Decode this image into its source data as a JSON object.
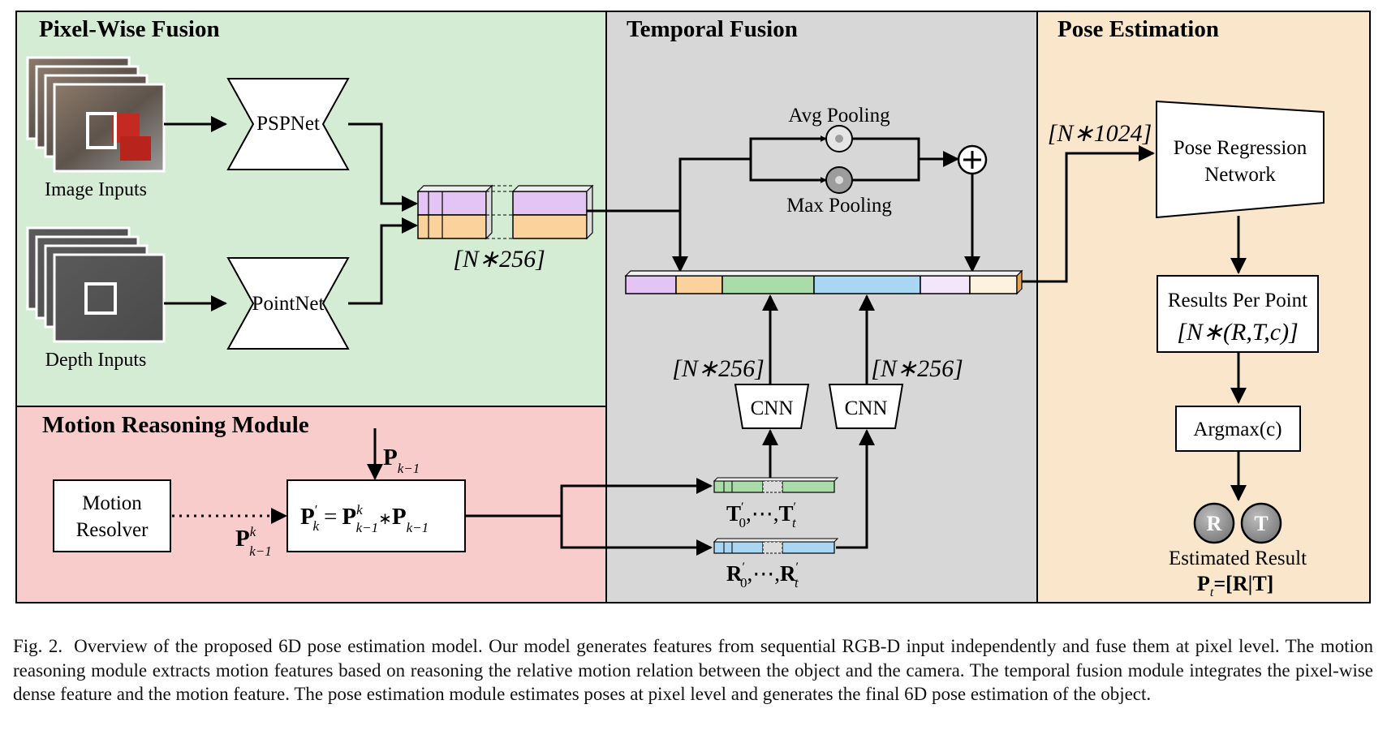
{
  "sections": {
    "pixel_wise_fusion": {
      "title": "Pixel-Wise Fusion",
      "color": "#d4ecd4"
    },
    "temporal_fusion": {
      "title": "Temporal Fusion",
      "color": "#d7d7d7"
    },
    "pose_estimation": {
      "title": "Pose Estimation",
      "color": "#fae6cb"
    },
    "motion_reasoning": {
      "title": "Motion Reasoning Module",
      "color": "#f9cccc"
    }
  },
  "pixel_wise": {
    "image_inputs_label": "Image Inputs",
    "depth_inputs_label": "Depth Inputs",
    "pspnet_label": "PSPNet",
    "pointnet_label": "PointNet",
    "fused_dim": "[N∗256]"
  },
  "temporal": {
    "avg_pooling_label": "Avg Pooling",
    "max_pooling_label": "Max Pooling",
    "cnn_left_label": "CNN",
    "cnn_right_label": "CNN",
    "dim_left": "[N∗256]",
    "dim_right": "[N∗256]",
    "concat_dim": "[N∗1024]"
  },
  "motion": {
    "resolver_line1": "Motion",
    "resolver_line2": "Resolver",
    "p_prev": "P",
    "p_prev_sub": "k−1",
    "p_k_in": "P",
    "p_k_in_sup": "k",
    "p_k_in_sub": "k−1",
    "equation": {
      "lhs": "P",
      "lhs_sup": "′",
      "lhs_sub": "k",
      "eq": "=",
      "m1": "P",
      "m1_sup": "k",
      "m1_sub": "k−1",
      "op": "∗",
      "m2": "P",
      "m2_sub": "k−1"
    },
    "t_seq": {
      "a": "T",
      "a_sup": "′",
      "a_sub": "0",
      "mid": ",⋯,",
      "b": "T",
      "b_sup": "′",
      "b_sub": "t"
    },
    "r_seq": {
      "a": "R",
      "a_sup": "′",
      "a_sub": "0",
      "mid": ",⋯,",
      "b": "R",
      "b_sup": "′",
      "b_sub": "t"
    }
  },
  "pose": {
    "regression_line1": "Pose Regression",
    "regression_line2": "Network",
    "results_line1": "Results Per Point",
    "results_line2": "[N∗(R,T,c)]",
    "argmax_label": "Argmax(c)",
    "r_token": "R",
    "t_token": "T",
    "estimated_label": "Estimated Result",
    "formula_p": "P",
    "formula_sub": "t",
    "formula_rest": "=[R|T]"
  },
  "caption": {
    "label": "Fig. 2.",
    "text": "Overview of the proposed 6D pose estimation model. Our model generates features from sequential RGB-D input independently and fuse them at pixel level. The motion reasoning module extracts motion features based on reasoning the relative motion relation between the object and the camera. The temporal fusion module integrates the pixel-wise dense feature and the motion feature. The pose estimation module estimates poses at pixel level and generates the final 6D pose estimation of the object."
  },
  "colors": {
    "purple": "#e3c4f4",
    "orange": "#fbd29c",
    "green": "#a9dca9",
    "blue": "#a9d6f2",
    "light_purple": "#f3e6fb",
    "light_orange": "#fdf2de",
    "pool_gray": "#9c9c9c"
  }
}
